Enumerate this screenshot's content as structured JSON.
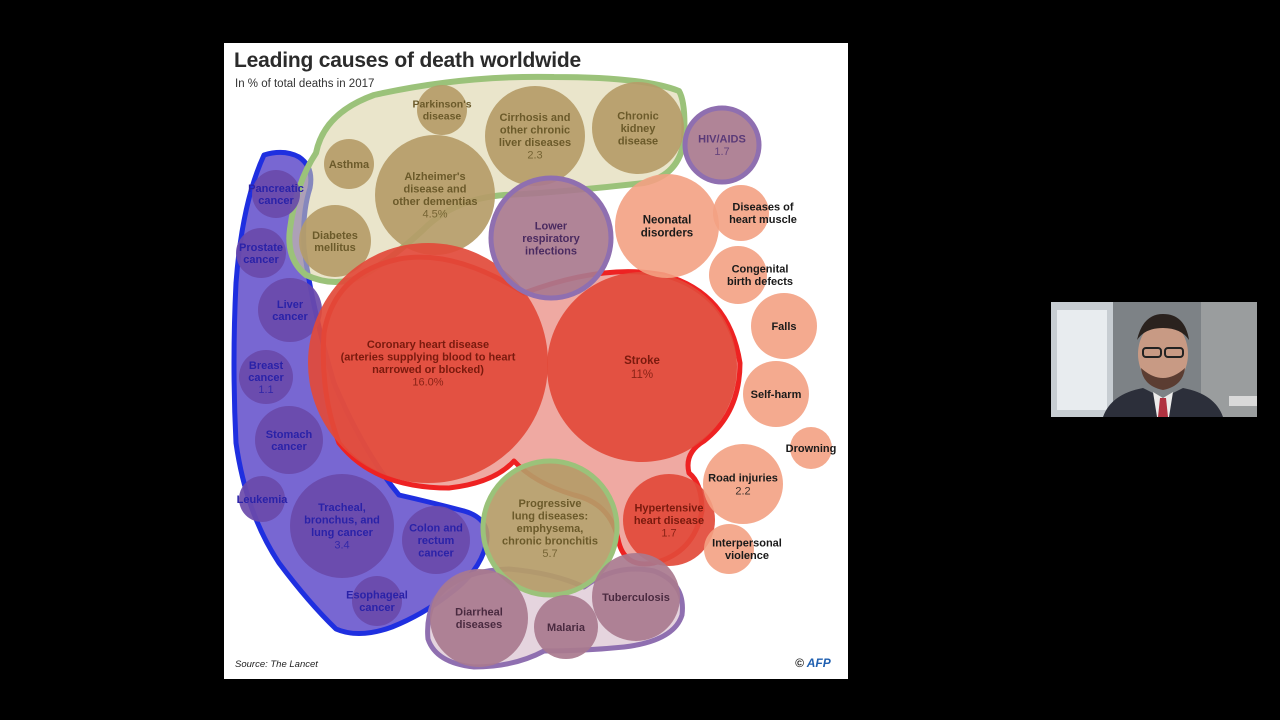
{
  "slide": {
    "title": "Leading causes of death worldwide",
    "subtitle": "In % of total deaths in 2017",
    "source": "Source: The Lancet",
    "credit_symbol": "©",
    "credit_logo": "AFP"
  },
  "colors": {
    "cancers": "#6a4aaa",
    "cancers_outline": "#2233dd",
    "cardiovascular": "#e24a3a",
    "cardiovascular_outline": "#ee2222",
    "chronic": "#b59c68",
    "chronic_outline": "#9bc27a",
    "infectious": "#a97a8e",
    "infectious_outline": "#8f6fb0",
    "injuries_other": "#f3a183"
  },
  "chart_data": {
    "type": "bubble",
    "title": "Leading causes of death worldwide",
    "subtitle": "In % of total deaths in 2017",
    "unit": "%",
    "groups": [
      {
        "key": "cancers",
        "items": [
          {
            "label": "Pancreatic cancer",
            "value": null
          },
          {
            "label": "Prostate cancer",
            "value": null
          },
          {
            "label": "Liver cancer",
            "value": null
          },
          {
            "label": "Breast cancer",
            "value": 1.1
          },
          {
            "label": "Stomach cancer",
            "value": null
          },
          {
            "label": "Leukemia",
            "value": null
          },
          {
            "label": "Tracheal, bronchus, and lung cancer",
            "value": 3.4
          },
          {
            "label": "Colon and rectum cancer",
            "value": null
          },
          {
            "label": "Esophageal cancer",
            "value": null
          }
        ]
      },
      {
        "key": "chronic",
        "items": [
          {
            "label": "Parkinson's disease",
            "value": null
          },
          {
            "label": "Cirrhosis and other chronic liver diseases",
            "value": 2.3
          },
          {
            "label": "Chronic kidney disease",
            "value": null
          },
          {
            "label": "Asthma",
            "value": null
          },
          {
            "label": "Alzheimer's disease and other dementias",
            "value": 4.5
          },
          {
            "label": "Diabetes mellitus",
            "value": null
          },
          {
            "label": "Progressive lung diseases: emphysema, chronic bronchitis",
            "value": 5.7
          }
        ]
      },
      {
        "key": "cardiovascular",
        "items": [
          {
            "label": "Coronary heart disease (arteries supplying blood to heart narrowed or blocked)",
            "value": 16.0
          },
          {
            "label": "Stroke",
            "value": 11
          },
          {
            "label": "Hypertensive heart disease",
            "value": 1.7
          }
        ]
      },
      {
        "key": "infectious",
        "items": [
          {
            "label": "HIV/AIDS",
            "value": 1.7
          },
          {
            "label": "Lower respiratory infections",
            "value": null
          },
          {
            "label": "Diarrheal diseases",
            "value": null
          },
          {
            "label": "Malaria",
            "value": null
          },
          {
            "label": "Tuberculosis",
            "value": null
          }
        ]
      },
      {
        "key": "injuries_other",
        "items": [
          {
            "label": "Neonatal disorders",
            "value": null
          },
          {
            "label": "Diseases of heart muscle",
            "value": null
          },
          {
            "label": "Congenital birth defects",
            "value": null
          },
          {
            "label": "Falls",
            "value": null
          },
          {
            "label": "Self-harm",
            "value": null
          },
          {
            "label": "Drowning",
            "value": null
          },
          {
            "label": "Road injuries",
            "value": 2.2
          },
          {
            "label": "Interpersonal violence",
            "value": null
          }
        ]
      }
    ],
    "labels": {
      "pancreatic": [
        "Pancreatic",
        "cancer"
      ],
      "prostate": [
        "Prostate",
        "cancer"
      ],
      "liver": [
        "Liver",
        "cancer"
      ],
      "breast": [
        "Breast",
        "cancer",
        "1.1"
      ],
      "stomach": [
        "Stomach",
        "cancer"
      ],
      "leukemia": [
        "Leukemia"
      ],
      "lung": [
        "Tracheal,",
        "bronchus, and",
        "lung cancer",
        "3.4"
      ],
      "colon": [
        "Colon and",
        "rectum",
        "cancer"
      ],
      "esophageal": [
        "Esophageal",
        "cancer"
      ],
      "parkinsons": [
        "Parkinson's",
        "disease"
      ],
      "cirrhosis": [
        "Cirrhosis and",
        "other chronic",
        "liver diseases",
        "2.3"
      ],
      "kidney": [
        "Chronic",
        "kidney",
        "disease"
      ],
      "asthma": [
        "Asthma"
      ],
      "alzheimers": [
        "Alzheimer's",
        "disease and",
        "other dementias",
        "4.5%"
      ],
      "diabetes": [
        "Diabetes",
        "mellitus"
      ],
      "progressive": [
        "Progressive",
        "lung diseases:",
        "emphysema,",
        "chronic bronchitis",
        "5.7"
      ],
      "coronary": [
        "Coronary heart disease",
        "(arteries supplying blood to heart",
        "narrowed or blocked)",
        "16.0%"
      ],
      "stroke": [
        "Stroke",
        "11%"
      ],
      "hypertensive": [
        "Hypertensive",
        "heart disease",
        "1.7"
      ],
      "hiv": [
        "HIV/AIDS",
        "1.7"
      ],
      "lri": [
        "Lower",
        "respiratory",
        "infections"
      ],
      "diarrheal": [
        "Diarrheal",
        "diseases"
      ],
      "malaria": [
        "Malaria"
      ],
      "tuberculosis": [
        "Tuberculosis"
      ],
      "neonatal": [
        "Neonatal",
        "disorders"
      ],
      "heart_muscle": [
        "Diseases of",
        "heart muscle"
      ],
      "congenital": [
        "Congenital",
        "birth defects"
      ],
      "falls": [
        "Falls"
      ],
      "selfharm": [
        "Self-harm"
      ],
      "drowning": [
        "Drowning"
      ],
      "road": [
        "Road injuries",
        "2.2"
      ],
      "interpersonal": [
        "Interpersonal",
        "violence"
      ]
    }
  },
  "webcam": {
    "icon": "presenter-webcam-icon"
  }
}
